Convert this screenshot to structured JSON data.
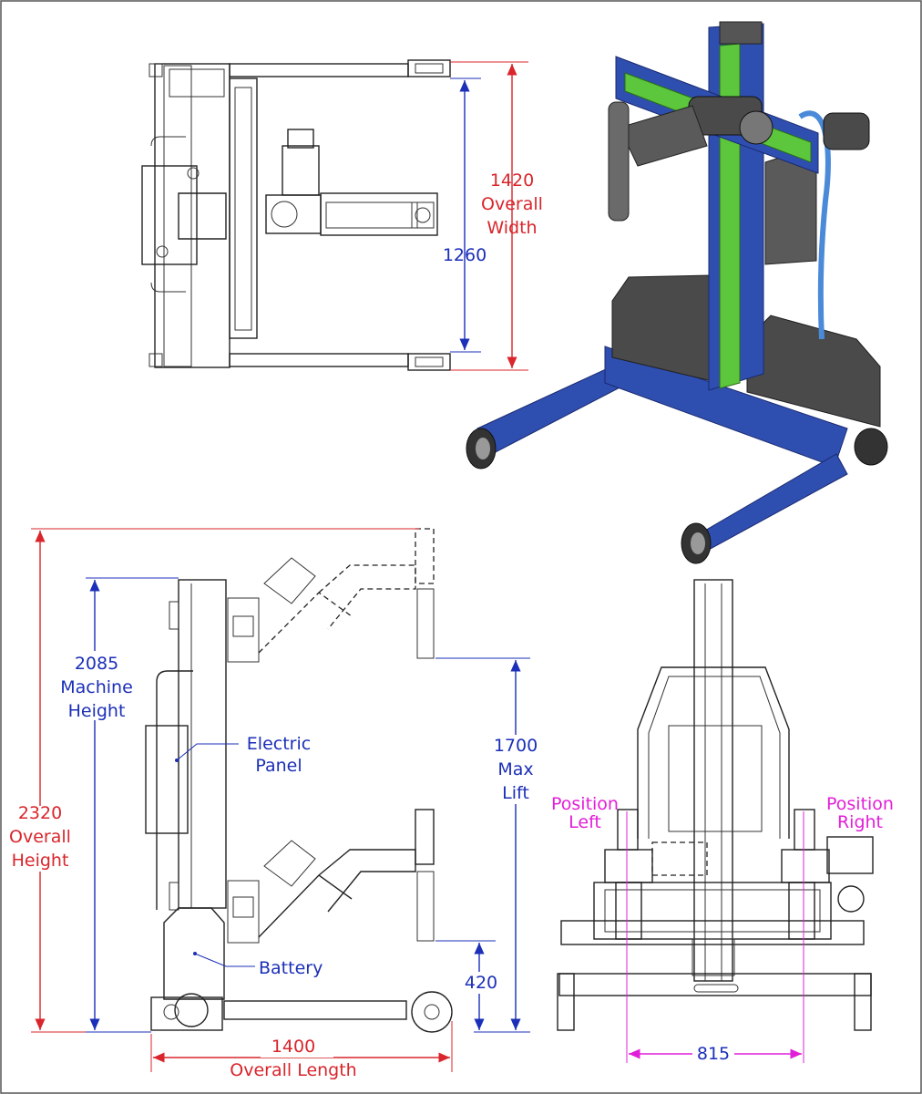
{
  "colors": {
    "red": "#d9252b",
    "blue": "#1b2fb8",
    "magenta": "#e21fd8",
    "frame_blue": "#2f4fb0",
    "green": "#5cc63c",
    "grey": "#5a5a5a"
  },
  "top_view": {
    "overall_width": {
      "value": "1420",
      "label_1": "Overall",
      "label_2": "Width"
    },
    "width_inner": {
      "value": "1260"
    }
  },
  "side_view": {
    "overall_height": {
      "value": "2320",
      "label_1": "Overall",
      "label_2": "Height"
    },
    "machine_height": {
      "value": "2085",
      "label_1": "Machine",
      "label_2": "Height"
    },
    "max_lift": {
      "value": "1700",
      "label_1": "Max",
      "label_2": "Lift"
    },
    "min_height": {
      "value": "420"
    },
    "overall_length": {
      "value": "1400",
      "label": "Overall Length"
    },
    "electric_panel": {
      "label_1": "Electric",
      "label_2": "Panel"
    },
    "battery": {
      "label": "Battery"
    }
  },
  "front_view": {
    "position_left": {
      "label_1": "Position",
      "label_2": "Left"
    },
    "position_right": {
      "label_1": "Position",
      "label_2": "Right"
    },
    "spacing": {
      "value": "815"
    }
  }
}
